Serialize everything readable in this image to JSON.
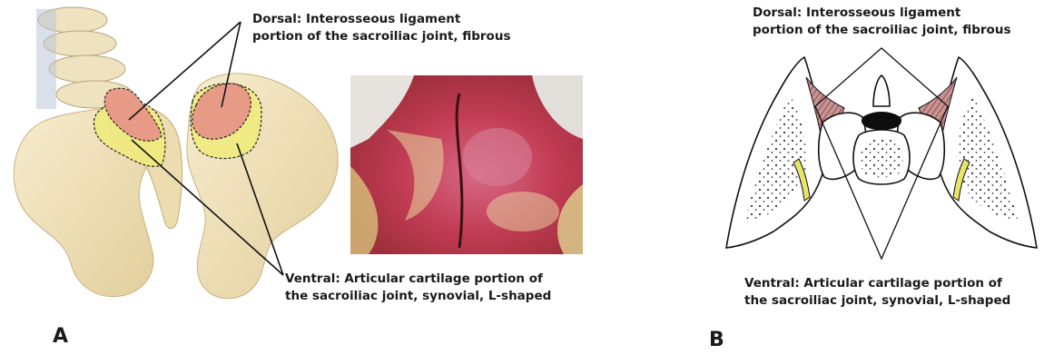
{
  "panel_a": {
    "letter": "A",
    "dorsal_line1": "Dorsal:  Interosseous ligament",
    "dorsal_line2": "portion of the sacroiliac joint, fibrous",
    "ventral_line1": "Ventral:  Articular cartilage portion of",
    "ventral_line2": "the sacroiliac joint, synovial, L-shaped"
  },
  "panel_b": {
    "letter": "B",
    "dorsal_line1": "Dorsal:  Interosseous ligament",
    "dorsal_line2": "portion of the sacroiliac joint, fibrous",
    "ventral_line1": "Ventral:  Articular cartilage portion of",
    "ventral_line2": "the sacroiliac joint, synovial, L-shaped"
  },
  "colors": {
    "bone": "#f2e4bd",
    "bone_shadow": "#dcc790",
    "interosseous_region": "#e79a86",
    "cartilage_region": "#f0eb7a",
    "photo_tissue": "#c43a52",
    "ligament_stripes": "#8b3a3a"
  }
}
